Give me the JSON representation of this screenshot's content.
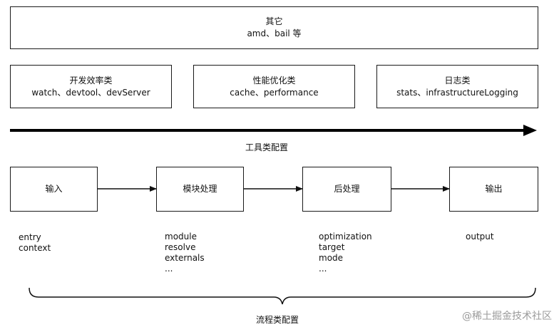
{
  "top_box": {
    "title": "其它",
    "subtitle": "amd、bail 等"
  },
  "tool_boxes": [
    {
      "title": "开发效率类",
      "subtitle": "watch、devtool、devServer"
    },
    {
      "title": "性能优化类",
      "subtitle": "cache、performance"
    },
    {
      "title": "日志类",
      "subtitle": "stats、infrastructureLogging"
    }
  ],
  "tool_axis_label": "工具类配置",
  "flow_boxes": [
    {
      "title": "输入"
    },
    {
      "title": "模块处理"
    },
    {
      "title": "后处理"
    },
    {
      "title": "输出"
    }
  ],
  "flow_configs": [
    [
      "entry",
      "context"
    ],
    [
      "module",
      "resolve",
      "externals",
      "..."
    ],
    [
      "optimization",
      "target",
      "mode",
      "..."
    ],
    [
      "output"
    ]
  ],
  "flow_label": "流程类配置",
  "watermark": "@稀土掘金技术社区"
}
